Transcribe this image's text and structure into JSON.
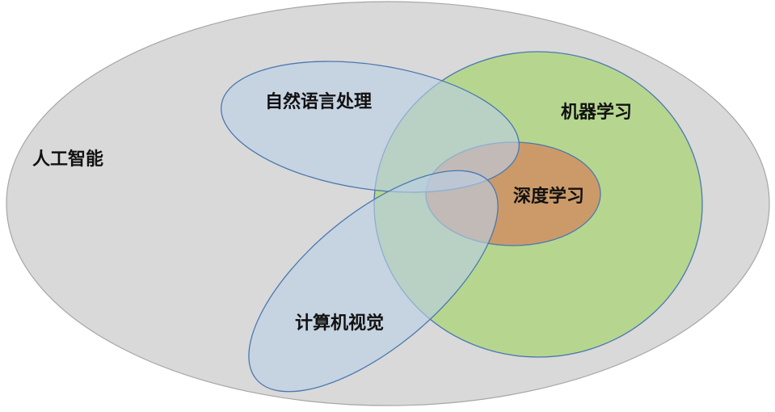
{
  "diagram": {
    "nodes": [
      {
        "id": "ai",
        "label": "人工智能",
        "fill": "#d9d9d9",
        "stroke": "#a6a6a6"
      },
      {
        "id": "ml",
        "label": "机器学习",
        "fill": "#b6d68f",
        "stroke": "#4a78b0"
      },
      {
        "id": "dl",
        "label": "深度学习",
        "fill": "#cc9a69",
        "stroke": "#4a78b0"
      },
      {
        "id": "nlp",
        "label": "自然语言处理",
        "fill": "#b9cfe5",
        "stroke": "#4a78b0"
      },
      {
        "id": "cv",
        "label": "计算机视觉",
        "fill": "#b9cfe5",
        "stroke": "#4a78b0"
      }
    ],
    "relations": [
      {
        "inner": "深度学习",
        "outer": "机器学习"
      },
      {
        "inner": "机器学习",
        "outer": "人工智能"
      },
      {
        "inner": "自然语言处理",
        "outer": "人工智能"
      },
      {
        "inner": "计算机视觉",
        "outer": "人工智能"
      }
    ]
  }
}
